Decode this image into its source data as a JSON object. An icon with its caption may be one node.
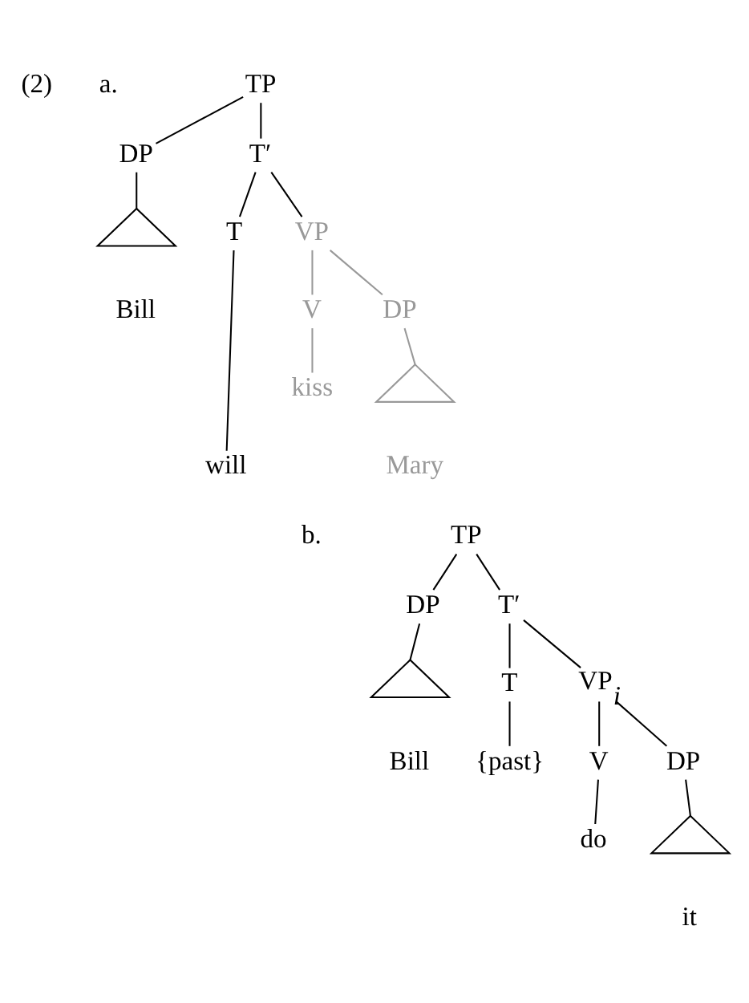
{
  "diagram": {
    "nodes": [
      {
        "text": [
          "TP"
        ]
      },
      {
        "text": [
          "DP"
        ]
      },
      {
        "text": [
          "T′"
        ]
      },
      {
        "text": [],
        "shape": "triangle"
      },
      {
        "text": [
          "Bill"
        ]
      },
      {
        "text": [
          "T"
        ]
      },
      {
        "text": [
          "VP"
        ]
      },
      {
        "text": [
          "will"
        ]
      },
      {
        "text": [
          "V"
        ]
      },
      {
        "text": [
          "DP"
        ]
      },
      {
        "text": [
          "kiss"
        ]
      },
      {
        "text": [],
        "shape": "triangle"
      },
      {
        "text": [
          "Mary"
        ]
      },
      {
        "text": [
          "TP"
        ]
      },
      {
        "text": [
          "DP"
        ]
      },
      {
        "text": [
          "T′"
        ]
      },
      {
        "text": [],
        "shape": "triangle"
      },
      {
        "text": [
          "Bill"
        ]
      },
      {
        "text": [
          "T"
        ]
      },
      {
        "text": [
          "VP$_{i}$"
        ]
      },
      {
        "text": [
          "{past}"
        ]
      },
      {
        "text": [
          "V"
        ]
      },
      {
        "text": [
          "DP"
        ]
      },
      {
        "text": [
          "do"
        ]
      },
      {
        "text": [],
        "shape": "triangle"
      },
      {
        "text": [
          "it"
        ]
      }
    ],
    "edges": [
      {
        "from": 0,
        "to": 1,
        "arrow": "none"
      },
      {
        "from": 0,
        "to": 2,
        "arrow": "none"
      },
      {
        "from": 1,
        "to": 3,
        "arrow": "none"
      },
      {
        "from": 2,
        "to": 5,
        "arrow": "none"
      },
      {
        "from": 2,
        "to": 6,
        "arrow": "none"
      },
      {
        "from": 5,
        "to": 7,
        "arrow": "none"
      },
      {
        "from": 6,
        "to": 8,
        "arrow": "none",
        "color": "#999999"
      },
      {
        "from": 6,
        "to": 9,
        "arrow": "none",
        "color": "#999999"
      },
      {
        "from": 8,
        "to": 10,
        "arrow": "none",
        "color": "#999999"
      },
      {
        "from": 9,
        "to": 11,
        "arrow": "none",
        "color": "#999999"
      },
      {
        "from": 13,
        "to": 14,
        "arrow": "none"
      },
      {
        "from": 13,
        "to": 15,
        "arrow": "none"
      },
      {
        "from": 14,
        "to": 16,
        "arrow": "none"
      },
      {
        "from": 15,
        "to": 18,
        "arrow": "none"
      },
      {
        "from": 15,
        "to": 19,
        "arrow": "none"
      },
      {
        "from": 18,
        "to": 20,
        "arrow": "none"
      },
      {
        "from": 19,
        "to": 21,
        "arrow": "none"
      },
      {
        "from": 19,
        "to": 22,
        "arrow": "none"
      },
      {
        "from": 21,
        "to": 23,
        "arrow": "none"
      },
      {
        "from": 22,
        "to": 24,
        "arrow": "none"
      }
    ],
    "labels": [
      "(2)",
      "a.",
      "b."
    ]
  }
}
